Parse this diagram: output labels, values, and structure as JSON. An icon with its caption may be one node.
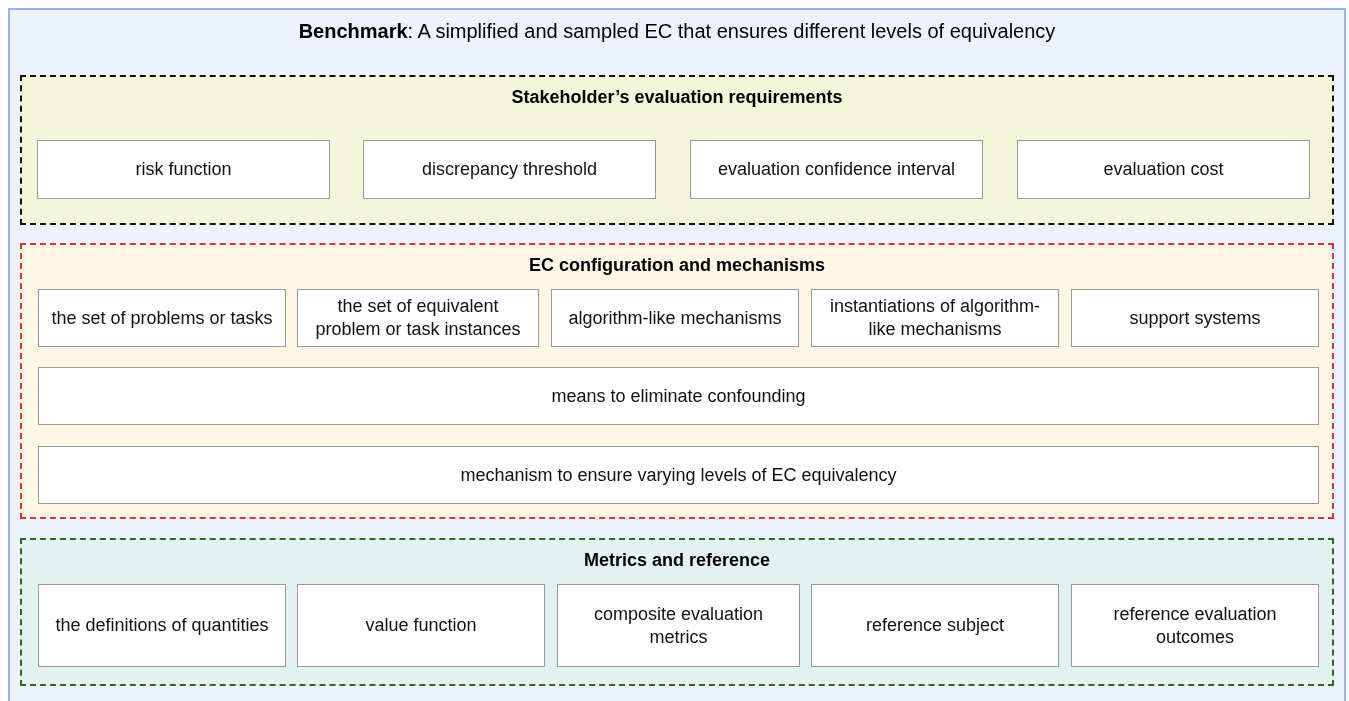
{
  "diagram": {
    "nodes": [
      {
        "text": [
          "**Benchmark**: A simplified and sampled EC that ensures different levels of equivalency"
        ]
      },
      {
        "text": [
          "Stakeholder’s evaluation requirements"
        ],
        "in": 0
      },
      {
        "text": [
          "risk function"
        ],
        "in": 1
      },
      {
        "text": [
          "discrepancy threshold"
        ],
        "in": 1
      },
      {
        "text": [
          "evaluation confidence interval"
        ],
        "in": 1
      },
      {
        "text": [
          "evaluation cost"
        ],
        "in": 1
      },
      {
        "text": [
          "EC configuration and mechanisms"
        ],
        "in": 0
      },
      {
        "text": [
          "the set of problems or tasks"
        ],
        "in": 6
      },
      {
        "text": [
          "the set of equivalent problem or task instances"
        ],
        "in": 6
      },
      {
        "text": [
          "algorithm-like mechanisms"
        ],
        "in": 6
      },
      {
        "text": [
          "instantiations of algorithm-like mechanisms"
        ],
        "in": 6
      },
      {
        "text": [
          "support systems"
        ],
        "in": 6
      },
      {
        "text": [
          "means to eliminate confounding"
        ],
        "in": 6
      },
      {
        "text": [
          "mechanism to ensure varying levels of EC equivalency"
        ],
        "in": 6
      },
      {
        "text": [
          "Metrics and reference"
        ],
        "in": 0
      },
      {
        "text": [
          "the definitions of quantities"
        ],
        "in": 14
      },
      {
        "text": [
          "value function"
        ],
        "in": 14
      },
      {
        "text": [
          "composite evaluation metrics"
        ],
        "in": 14
      },
      {
        "text": [
          "reference subject"
        ],
        "in": 14
      },
      {
        "text": [
          "reference evaluation outcomes"
        ],
        "in": 14
      }
    ],
    "edges": []
  }
}
